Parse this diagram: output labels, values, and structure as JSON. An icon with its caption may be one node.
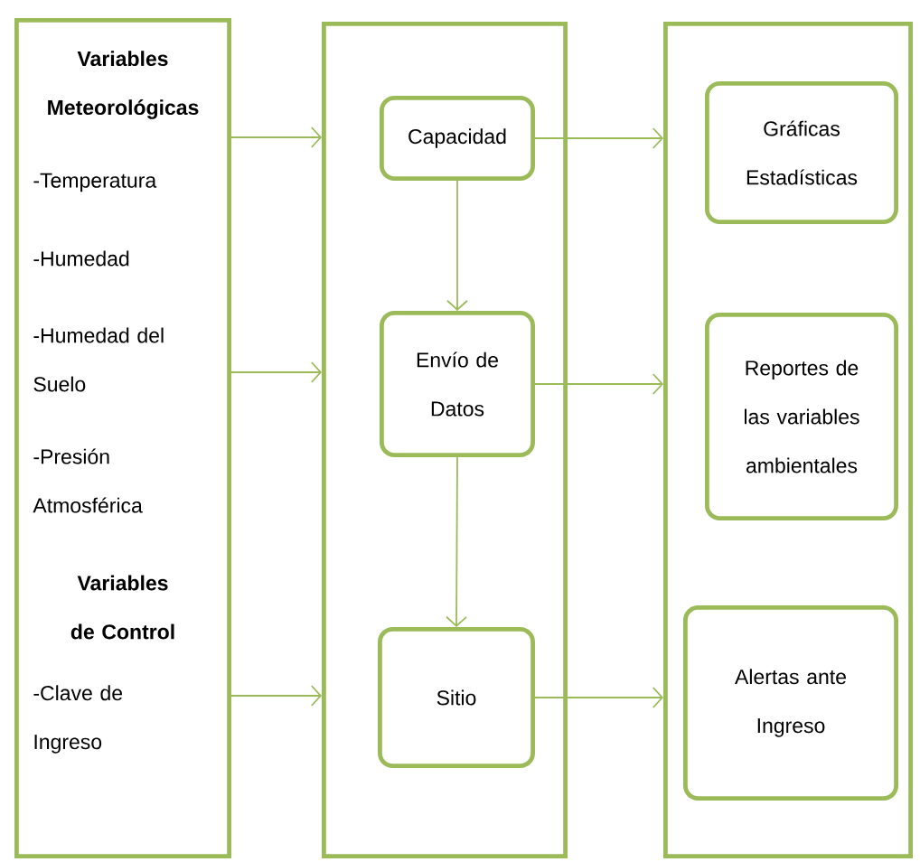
{
  "diagram": {
    "nodes": [
      {
        "text": [
          "Variables Meteorológicas",
          "-Temperatura",
          "-Humedad",
          "-Humedad del Suelo",
          "-Presión Atmosférica",
          "Variables de Control",
          "-Clave de Ingreso"
        ]
      },
      {
        "text": [],
        "shape": "box"
      },
      {
        "text": [
          "Capacidad"
        ],
        "in": 1
      },
      {
        "text": [
          "Envío de Datos"
        ],
        "in": 1
      },
      {
        "text": [
          "Sitio"
        ],
        "in": 1
      },
      {
        "text": [],
        "shape": "box"
      },
      {
        "text": [
          "Gráficas Estadísticas"
        ],
        "in": 5
      },
      {
        "text": [
          "Reportes de las variables ambientales"
        ],
        "in": 5
      },
      {
        "text": [
          "Alertas ante Ingreso"
        ],
        "in": 5
      }
    ],
    "edges": [
      {
        "from": 0,
        "to": 1,
        "arrow": "to"
      },
      {
        "from": 0,
        "to": 1,
        "arrow": "to"
      },
      {
        "from": 0,
        "to": 1,
        "arrow": "to"
      },
      {
        "from": 2,
        "to": 3,
        "arrow": "to"
      },
      {
        "from": 3,
        "to": 4,
        "arrow": "to"
      },
      {
        "from": 2,
        "to": 5,
        "arrow": "to"
      },
      {
        "from": 3,
        "to": 5,
        "arrow": "to"
      },
      {
        "from": 4,
        "to": 5,
        "arrow": "to"
      }
    ]
  }
}
